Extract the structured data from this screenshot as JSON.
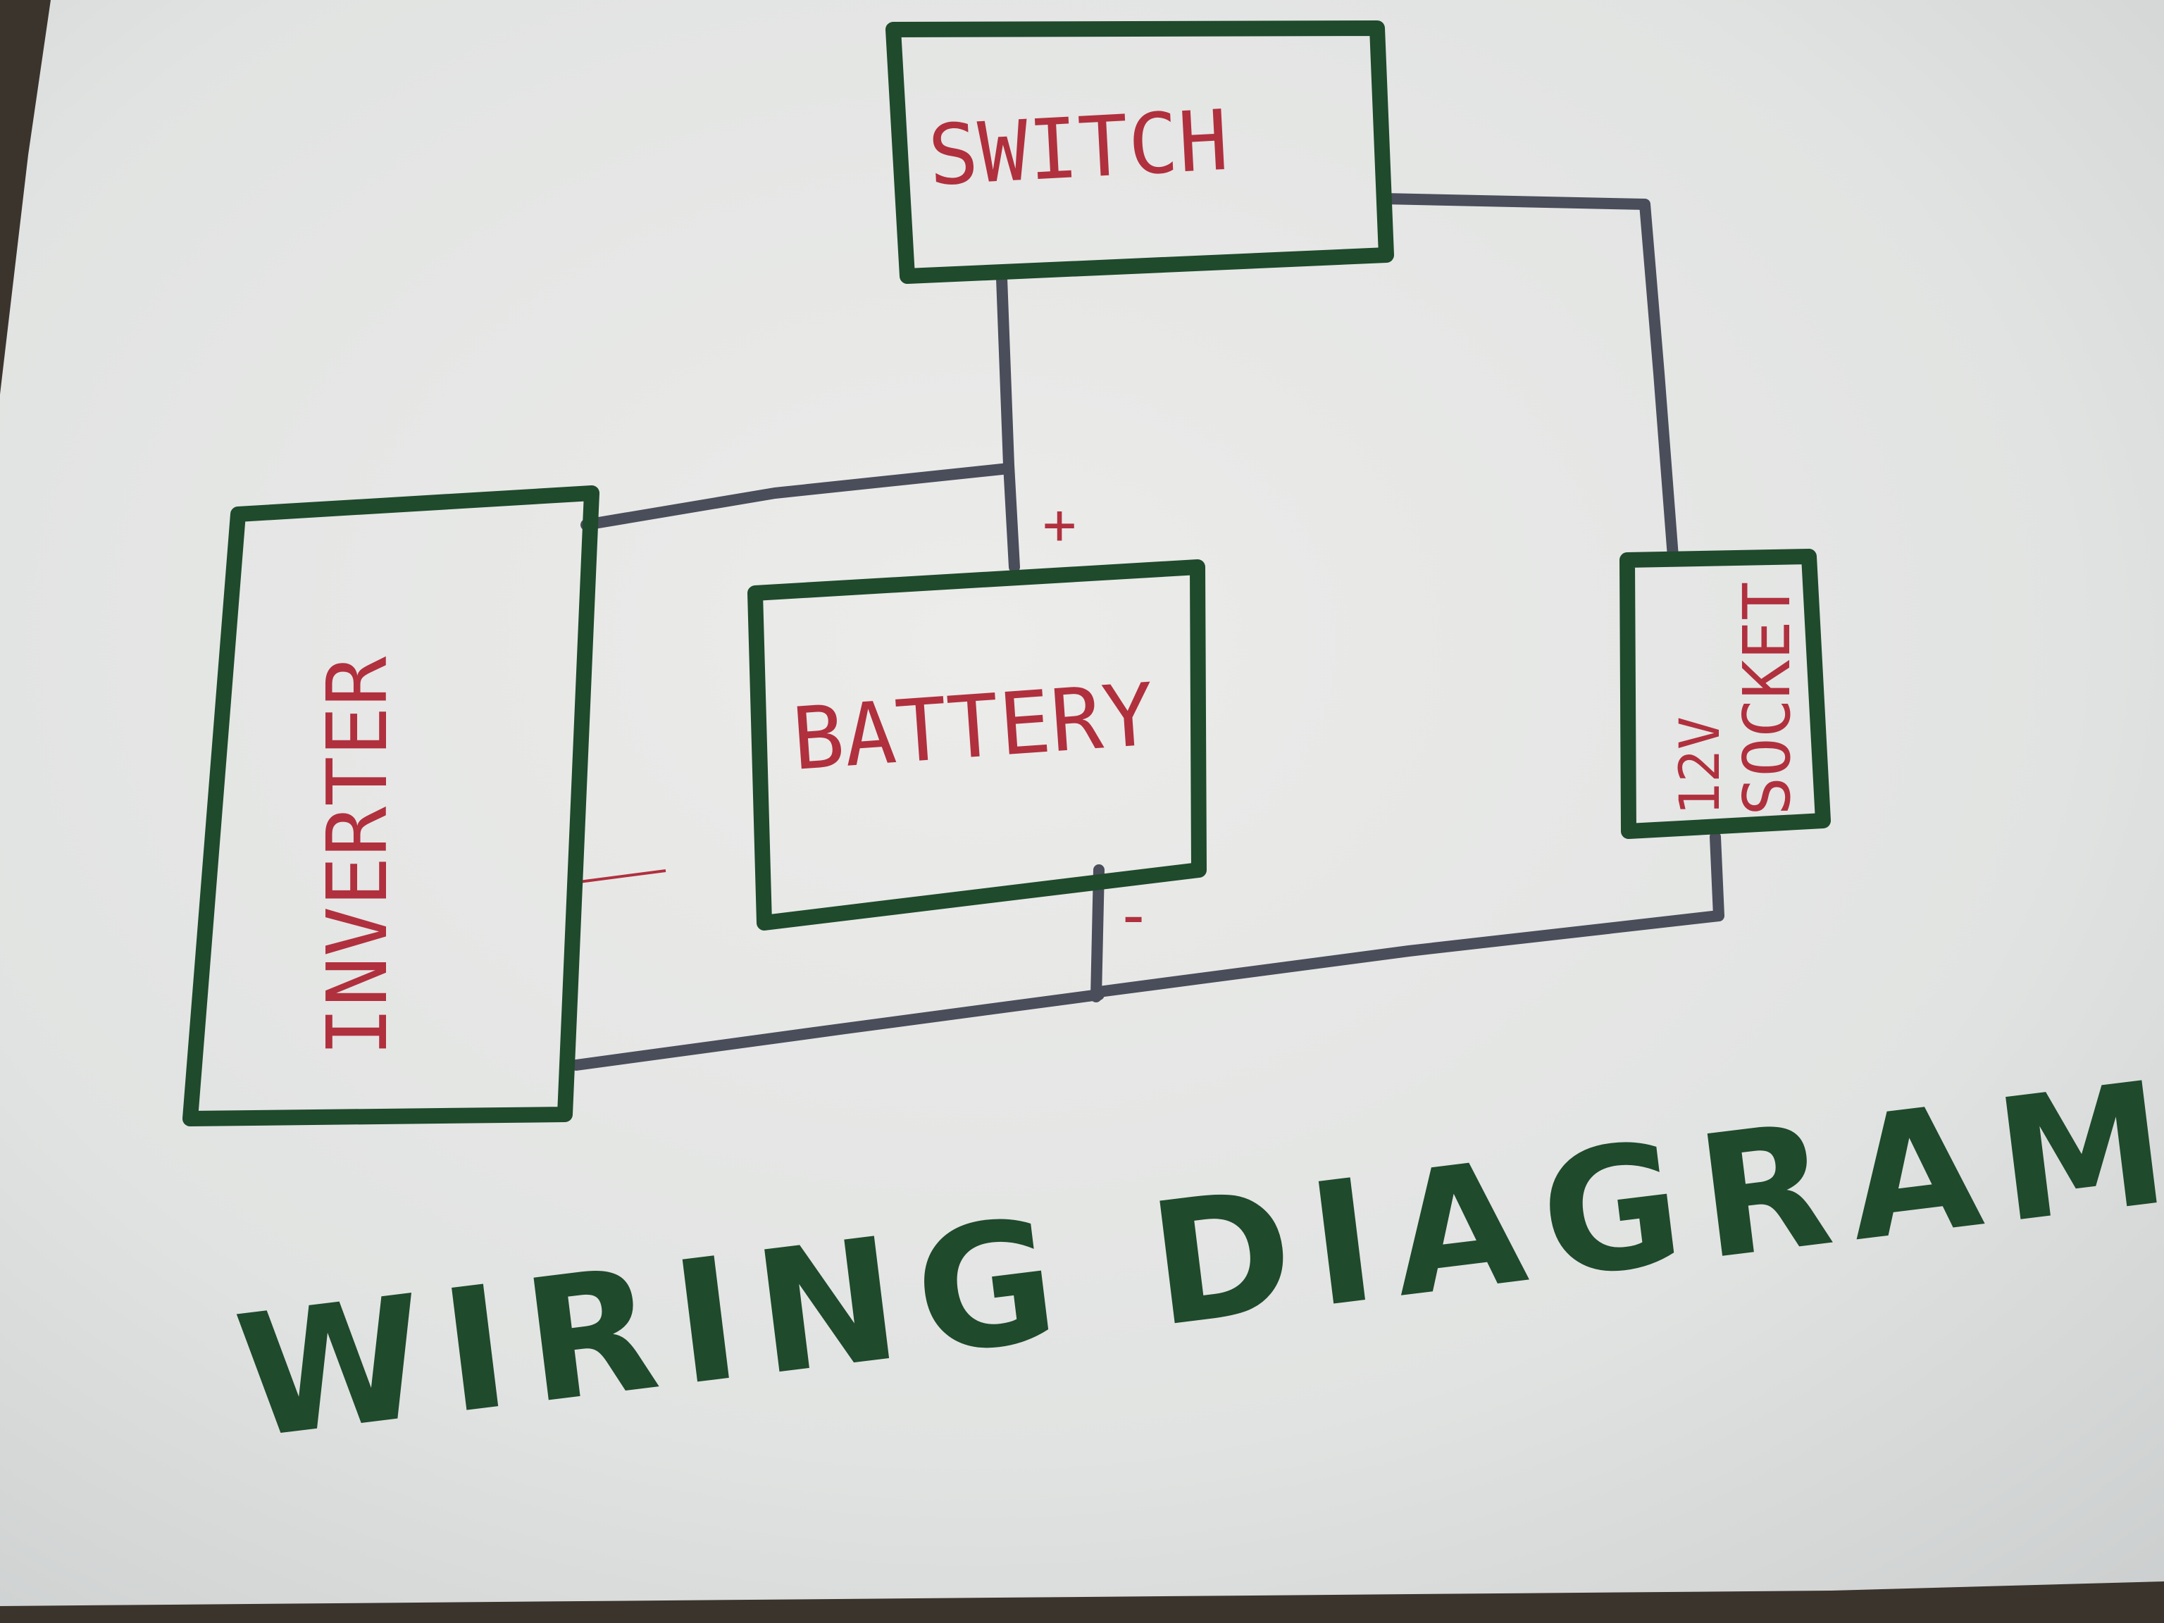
{
  "title": "WIRING DIAGRAM",
  "components": {
    "switch": "SWITCH",
    "battery": "BATTERY",
    "inverter": "INVERTER",
    "socket_line1": "12V",
    "socket_line2": "SOCKET"
  },
  "terminals": {
    "positive": "+",
    "negative": "-"
  },
  "colors": {
    "paper": "#e4e6e4",
    "box_outline": "#1f4a2c",
    "wire": "#4a4d5a",
    "label_red": "#b0303e"
  }
}
